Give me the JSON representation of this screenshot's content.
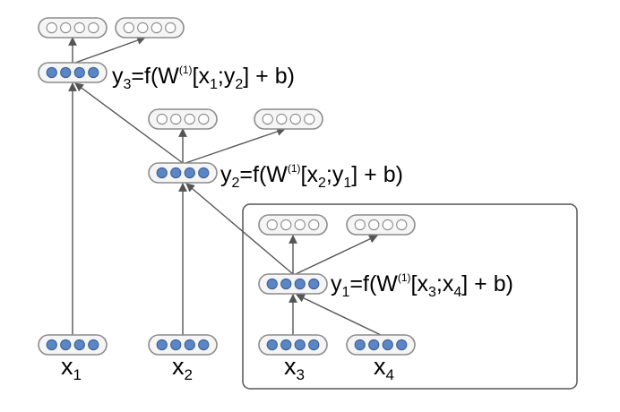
{
  "equations": {
    "y3": {
      "a": "y",
      "a_sub": "3",
      "b": "=f(W",
      "sup": "(1)",
      "c": "[x",
      "c_sub": "1",
      "d": ";y",
      "d_sub": "2",
      "e": "] + b)"
    },
    "y2": {
      "a": "y",
      "a_sub": "2",
      "b": "=f(W",
      "sup": "(1)",
      "c": "[x",
      "c_sub": "2",
      "d": ";y",
      "d_sub": "1",
      "e": "] + b)"
    },
    "y1": {
      "a": "y",
      "a_sub": "1",
      "b": "=f(W",
      "sup": "(1)",
      "c": "[x",
      "c_sub": "3",
      "d": ";x",
      "d_sub": "4",
      "e": "] + b)"
    }
  },
  "inputs": {
    "x1": {
      "base": "x",
      "sub": "1"
    },
    "x2": {
      "base": "x",
      "sub": "2"
    },
    "x3": {
      "base": "x",
      "sub": "3"
    },
    "x4": {
      "base": "x",
      "sub": "4"
    }
  },
  "colors": {
    "filled_unit": "#5b86c5",
    "filled_unit_stroke": "#3d5f95",
    "empty_unit_stroke": "#8a8a8a",
    "vector_box_stroke": "#8c8c8c",
    "vector_box_fill": "#f5f5f5",
    "arrow": "#555555",
    "frame": "#555555"
  }
}
